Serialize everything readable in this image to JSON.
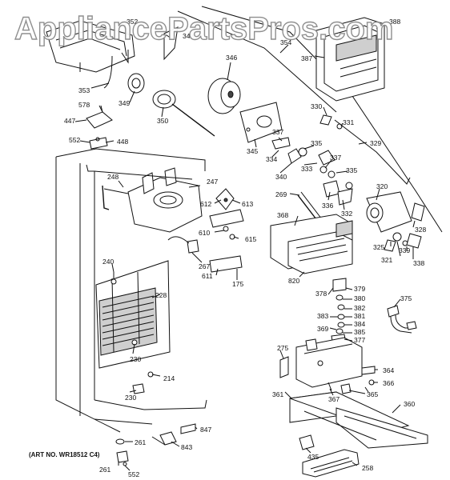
{
  "watermark": "AppliancePartsPros.com",
  "art_number": "(ART NO. WR18512 C4)",
  "labels": {
    "l352": "352",
    "l348": "348",
    "l354": "354",
    "l388": "388",
    "l387": "387",
    "l346": "346",
    "l353": "353",
    "l349": "349",
    "l578": "578",
    "l350": "350",
    "l447": "447",
    "l552a": "552",
    "l448": "448",
    "l330": "330",
    "l331": "331",
    "l337a": "337",
    "l335a": "335",
    "l329": "329",
    "l345": "345",
    "l334": "334",
    "l333": "333",
    "l337b": "337",
    "l335b": "335",
    "l340": "340",
    "l248": "248",
    "l247": "247",
    "l612": "612",
    "l613": "613",
    "l269": "269",
    "l336": "336",
    "l332": "332",
    "l320": "320",
    "l368": "368",
    "l610": "610",
    "l615": "615",
    "l267": "267",
    "l328": "328",
    "l325": "325",
    "l321": "321",
    "l339": "339",
    "l338": "338",
    "l240": "240",
    "l611": "611",
    "l175": "175",
    "l820": "820",
    "l228": "228",
    "l378": "378",
    "l379": "379",
    "l380": "380",
    "l382": "382",
    "l375": "375",
    "l383": "383",
    "l381": "381",
    "l384": "384",
    "l369": "369",
    "l385": "385",
    "l377": "377",
    "l230a": "230",
    "l275": "275",
    "l214": "214",
    "l364": "364",
    "l366": "366",
    "l230b": "230",
    "l361": "361",
    "l367": "367",
    "l365": "365",
    "l360": "360",
    "l847": "847",
    "l261a": "261",
    "l843": "843",
    "l435": "435",
    "l261b": "261",
    "l552b": "552",
    "l258": "258"
  }
}
